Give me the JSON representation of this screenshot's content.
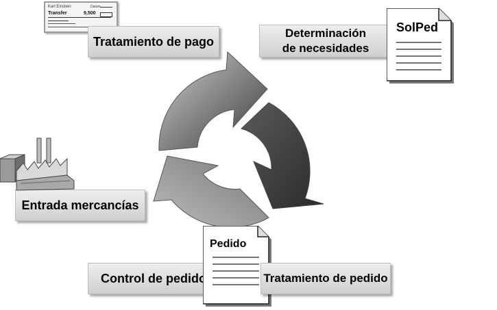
{
  "steps": {
    "payment": "Tratamiento de pago",
    "needs_line1": "Determinación",
    "needs_line2": "de necesidades",
    "goods_receipt": "Entrada mercancías",
    "order_control": "Control de pedido",
    "order_processing": "Tratamiento de pedido"
  },
  "documents": {
    "requisition_title": "SolPed",
    "order_title": "Pedido"
  },
  "transfer_form": {
    "name": "Karl Einstein",
    "field_label": "Datum",
    "type": "Transfer",
    "amount": "9,500"
  },
  "colors": {
    "arrow_dark": "#3c3c3c",
    "arrow_light": "#bdbdbd",
    "box_fill": "#dcdcdc"
  }
}
